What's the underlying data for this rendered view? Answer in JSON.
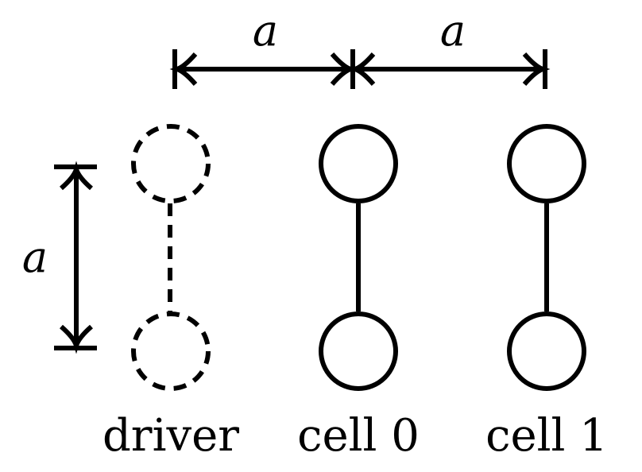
{
  "spacing_symbol": "a",
  "columns": [
    {
      "label": "driver",
      "style": "dashed"
    },
    {
      "label": "cell 0",
      "style": "solid"
    },
    {
      "label": "cell 1",
      "style": "solid"
    }
  ],
  "dimensions": {
    "horizontal_1": "a",
    "horizontal_2": "a",
    "vertical": "a"
  }
}
